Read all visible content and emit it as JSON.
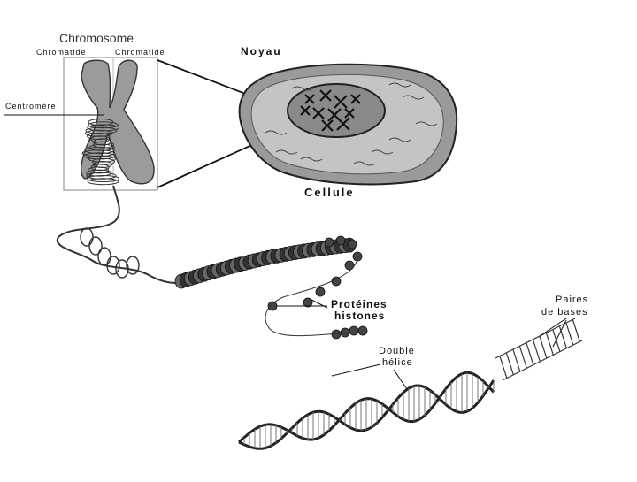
{
  "labels": {
    "chromosome": "Chromosome",
    "chromatid_left": "Chromatide",
    "chromatid_right": "Chromatide",
    "centromere": "Centromère",
    "nucleus": "Noyau",
    "cell": "Cellule",
    "histone_line1": "Protéines",
    "histone_line2": "histones",
    "base_pairs_line1": "Paires",
    "base_pairs_line2": "de  bases",
    "double_helix_line1": "Double",
    "double_helix_line2": "hélice"
  },
  "colors": {
    "ink": "#111111",
    "chromosome_fill": "#9b9b9b",
    "cell_fill": "#9a9a9a",
    "nucleus_fill": "#8a8a8a",
    "dna_fill": "#d8d8d8"
  }
}
